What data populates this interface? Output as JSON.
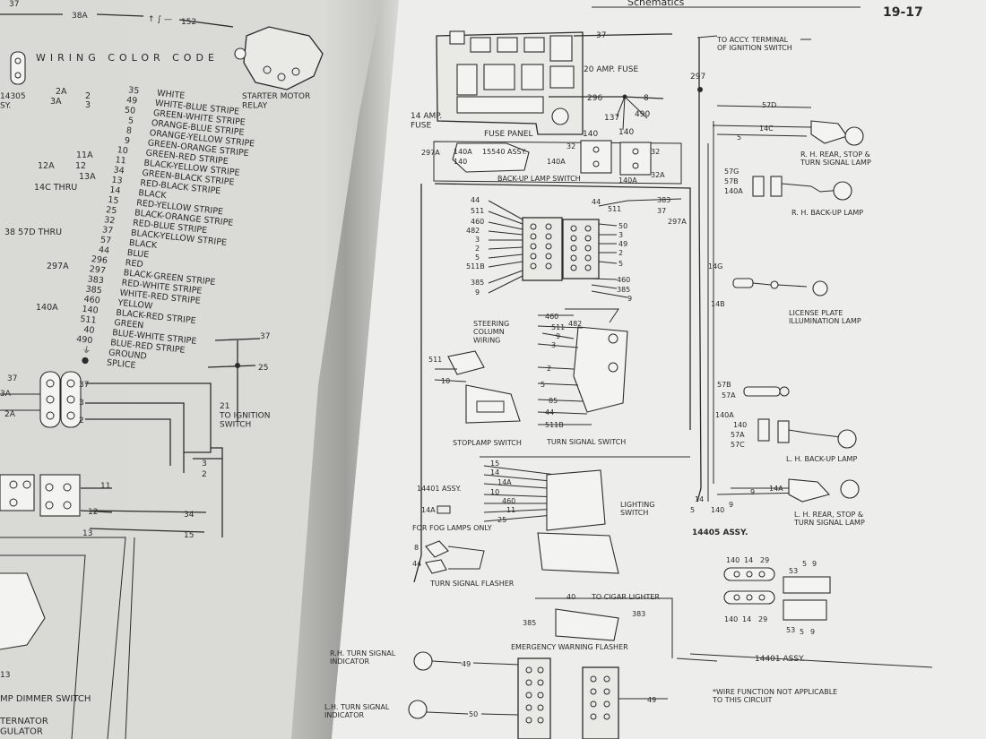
{
  "page_number": "19-17",
  "header_fragment": "Schematics",
  "left_page": {
    "top_labels": {
      "wire_37": "37",
      "wire_38a": "38A",
      "wire_152": "152",
      "fuse_symbol": "↑ ∫ —"
    },
    "starter_relay": "STARTER MOTOR\nRELAY",
    "color_code_title": "WIRING  COLOR CODE",
    "color_codes": [
      {
        "n": "35",
        "c": "WHITE"
      },
      {
        "n": "49",
        "c": "WHITE-BLUE STRIPE"
      },
      {
        "n": "50",
        "c": "GREEN-WHITE STRIPE"
      },
      {
        "n": "5",
        "c": "ORANGE-BLUE STRIPE"
      },
      {
        "n": "8",
        "c": "ORANGE-YELLOW STRIPE"
      },
      {
        "n": "9",
        "c": "GREEN-ORANGE STRIPE"
      },
      {
        "n": "10",
        "c": "GREEN-RED STRIPE"
      },
      {
        "n": "11",
        "c": "BLACK-YELLOW STRIPE"
      },
      {
        "n": "34",
        "c": "GREEN-BLACK STRIPE"
      },
      {
        "n": "13",
        "c": "RED-BLACK STRIPE"
      },
      {
        "n": "14",
        "c": "BLACK"
      },
      {
        "n": "15",
        "c": "RED-YELLOW STRIPE"
      },
      {
        "n": "25",
        "c": "BLACK-ORANGE STRIPE"
      },
      {
        "n": "32",
        "c": "RED-BLUE STRIPE"
      },
      {
        "n": "37",
        "c": "BLACK-YELLOW STRIPE"
      },
      {
        "n": "57",
        "c": "BLACK"
      },
      {
        "n": "44",
        "c": "BLUE"
      },
      {
        "n": "296",
        "c": "RED"
      },
      {
        "n": "297",
        "c": "BLACK-GREEN STRIPE"
      },
      {
        "n": "383",
        "c": "RED-WHITE STRIPE"
      },
      {
        "n": "385",
        "c": "WHITE-RED STRIPE"
      },
      {
        "n": "460",
        "c": "YELLOW"
      },
      {
        "n": "140",
        "c": "BLACK-RED STRIPE"
      },
      {
        "n": "511",
        "c": "GREEN"
      },
      {
        "n": "40",
        "c": "BLUE-WHITE STRIPE"
      },
      {
        "n": "490",
        "c": "BLUE-RED STRIPE"
      },
      {
        "n": "⏚",
        "c": "GROUND"
      },
      {
        "n": "●",
        "c": "SPLICE"
      }
    ],
    "aliases": [
      {
        "a": "2A",
        "b": "2"
      },
      {
        "a": "3A",
        "b": "3"
      },
      {
        "a": "11A",
        "b": ""
      },
      {
        "a": "12A",
        "b": "12"
      },
      {
        "a": "13A",
        "b": ""
      },
      {
        "a": "14C THRU",
        "b": ""
      },
      {
        "a": "38 57D THRU",
        "b": ""
      },
      {
        "a": "297A",
        "b": ""
      },
      {
        "a": "140A",
        "b": ""
      }
    ],
    "assy_frag": "14305\nSY.",
    "ignition": "21\nTO IGNITION\nSWITCH",
    "wire_labels": [
      "37",
      "25",
      "3",
      "2",
      "34",
      "15",
      "11",
      "12",
      "13",
      "37",
      "3A",
      "2A",
      "13",
      "37",
      "3",
      "2"
    ],
    "dimmer_switch": "MP DIMMER SWITCH",
    "alternator": "TERNATOR\nGULATOR"
  },
  "right_page": {
    "fuse_panel": "FUSE PANEL",
    "fuse_20": "20 AMP. FUSE",
    "fuse_14": "14 AMP.\nFUSE",
    "to_accy": "TO ACCY. TERMINAL\nOF IGNITION SWITCH",
    "backup_assy": "15540 ASSY.",
    "backup_switch": "BACK-UP LAMP SWITCH",
    "steering_wiring": "STEERING\nCOLUMN\nWIRING",
    "stoplamp_switch": "STOPLAMP SWITCH",
    "turn_signal_switch": "TURN SIGNAL SWITCH",
    "assy_14401": "14401 ASSY.",
    "fog_lamps": "FOR FOG LAMPS ONLY",
    "lighting_switch": "LIGHTING\nSWITCH",
    "turn_flasher": "TURN SIGNAL FLASHER",
    "cigar_lighter": "TO CIGAR LIGHTER",
    "emergency_flasher": "EMERGENCY WARNING FLASHER",
    "rh_indicator": "R.H. TURN SIGNAL\nINDICATOR",
    "lh_indicator": "L.H. TURN SIGNAL\nINDICATOR",
    "rh_rear_lamp": "R. H. REAR, STOP &\nTURN SIGNAL LAMP",
    "rh_backup": "R. H. BACK-UP LAMP",
    "license_lamp": "LICENSE PLATE\nILLUMINATION LAMP",
    "lh_backup": "L. H. BACK-UP LAMP",
    "lh_rear_lamp": "L. H. REAR, STOP &\nTURN SIGNAL LAMP",
    "assy_14405": "14405 ASSY.",
    "assy_14401b": "14401 ASSY.",
    "wire_note": "*WIRE FUNCTION NOT APPLICABLE\nTO THIS CIRCUIT",
    "fuse_wires": [
      "37",
      "296",
      "8",
      "490",
      "137",
      "140",
      "140",
      "32",
      "32",
      "32A",
      "297A",
      "140A",
      "140",
      "140A"
    ],
    "wire_297": "297",
    "connector_left_wires": [
      "44",
      "511",
      "460",
      "482",
      "3",
      "2",
      "5",
      "511B",
      "385",
      "9"
    ],
    "connector_right_wires": [
      "44",
      "511",
      "50",
      "3",
      "49",
      "2",
      "5",
      "460",
      "385",
      "9",
      "383",
      "37",
      "297A"
    ],
    "turn_switch_wires": [
      "460",
      "482",
      "511",
      "9",
      "3",
      "2",
      "5",
      "85",
      "44",
      "511B"
    ],
    "stoplamp_wires": [
      "511",
      "10"
    ],
    "lighting_wires": [
      "15",
      "14",
      "14A",
      "10",
      "460",
      "11",
      "25",
      "14A"
    ],
    "flasher_wires": [
      "8",
      "44"
    ],
    "emergency_wires": [
      "40",
      "383",
      "385"
    ],
    "indicator_wires": [
      "49",
      "50",
      "49"
    ],
    "rear_wires": [
      "57D",
      "14C",
      "5",
      "57G",
      "57B",
      "140A",
      "14G",
      "14B",
      "57B",
      "57A",
      "140A",
      "140",
      "57A",
      "57C",
      "14A",
      "9",
      "14",
      "5",
      "140",
      "9"
    ],
    "rear_conn_top": [
      "140",
      "14",
      "29",
      "53",
      "5",
      "9"
    ],
    "rear_conn_bottom": [
      "140",
      "14",
      "29",
      "53",
      "5",
      "9"
    ]
  }
}
